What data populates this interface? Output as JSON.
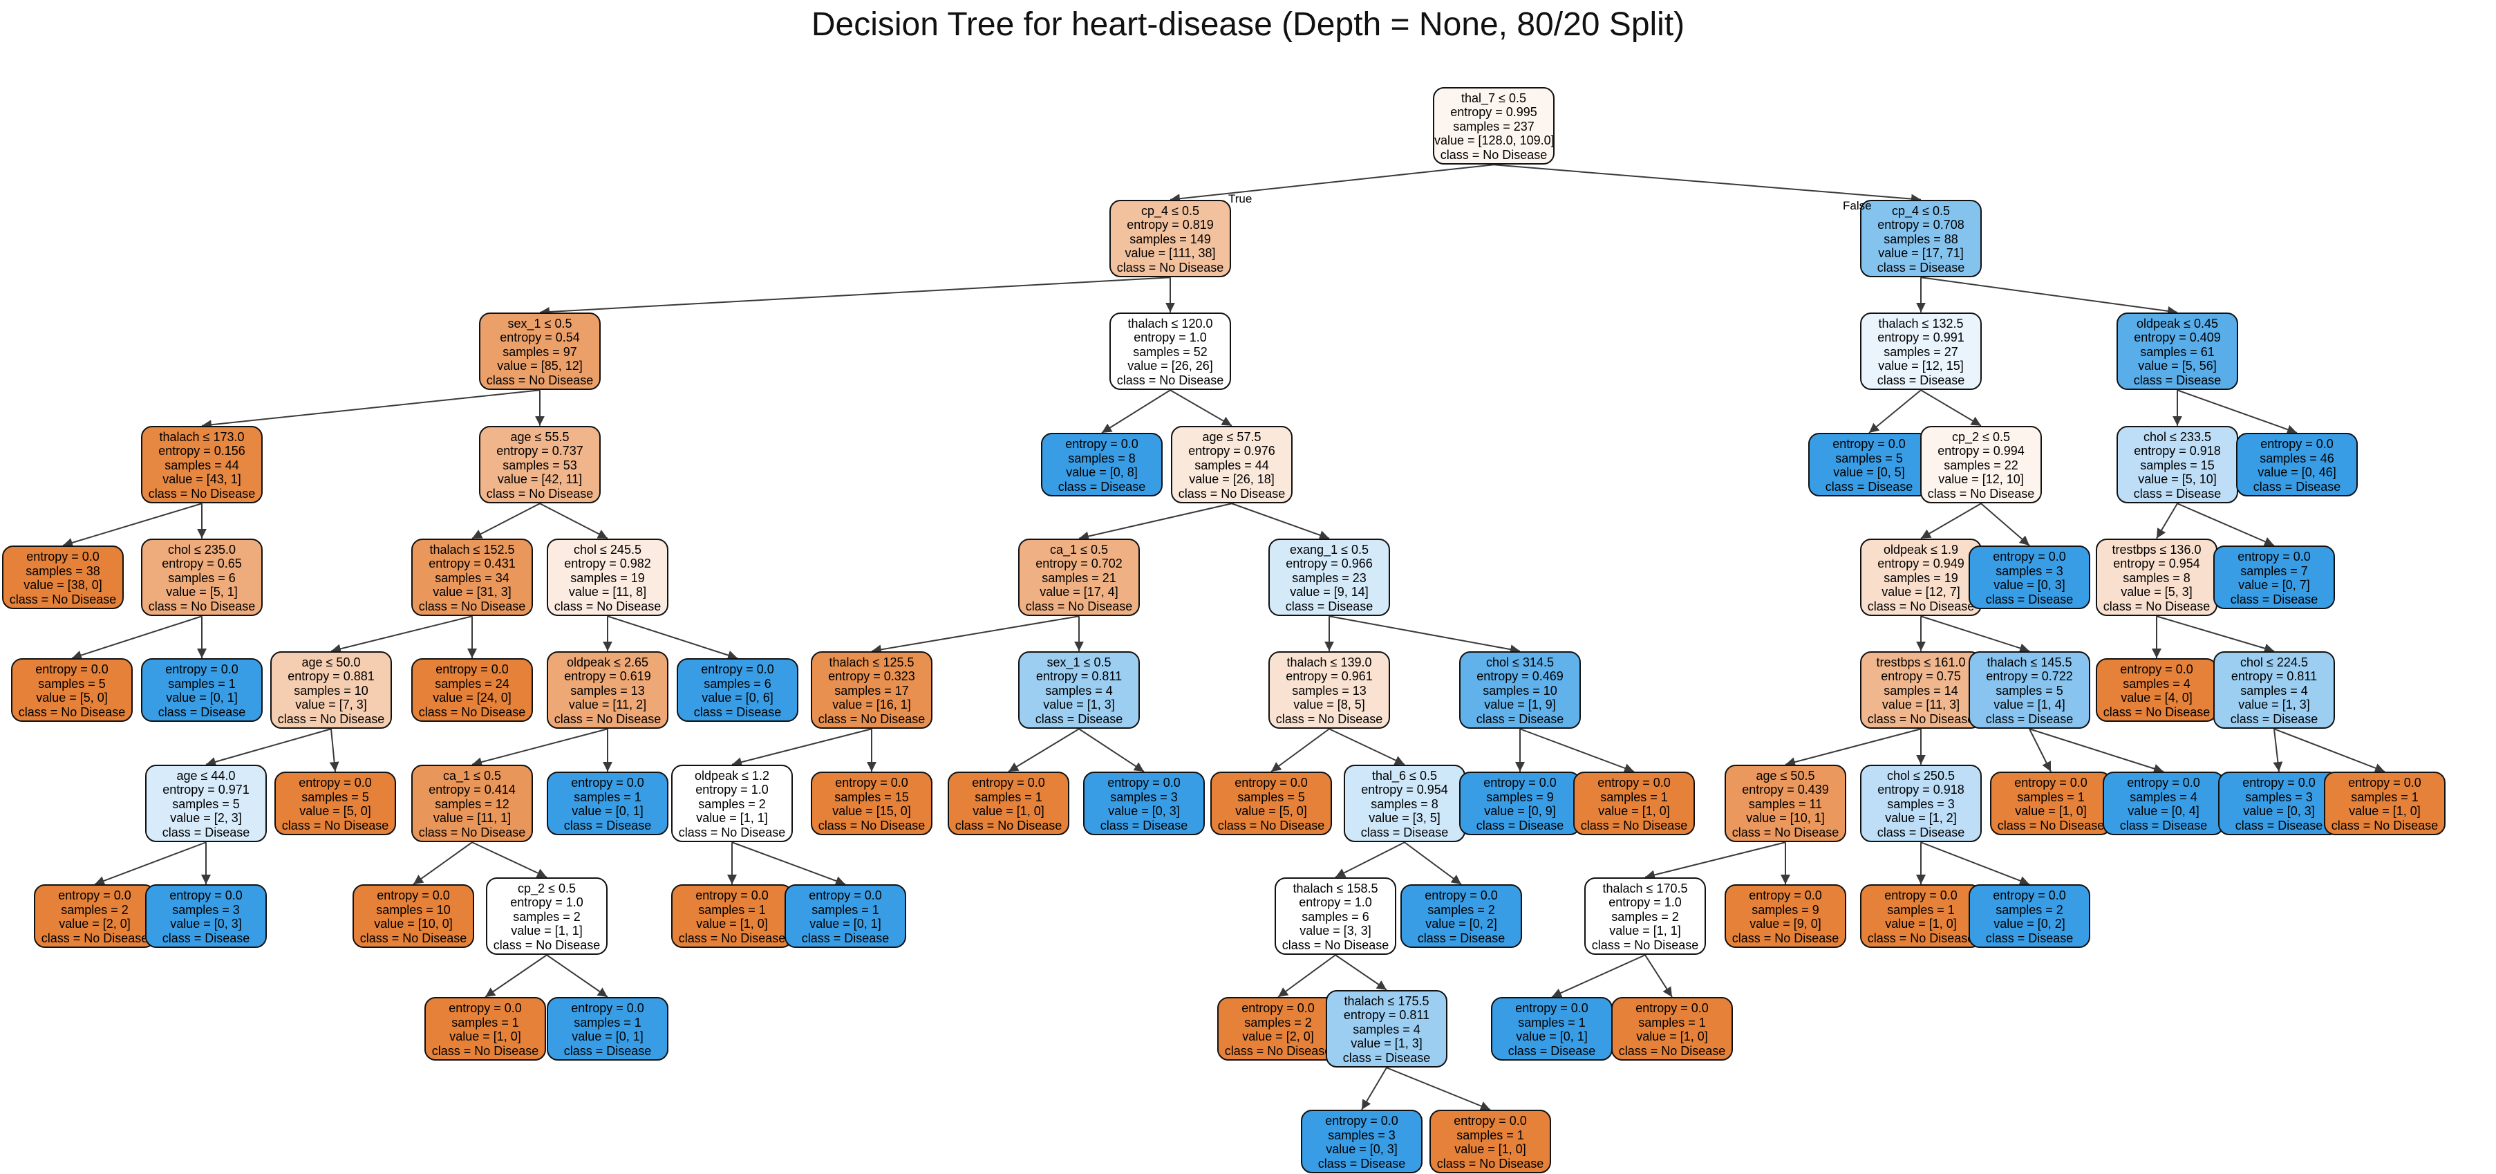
{
  "title": "Decision Tree for heart-disease (Depth = None, 80/20 Split)",
  "colors": {
    "no_disease": "#e58139",
    "disease": "#399de5",
    "edge": "#3a3a3a"
  },
  "edge_labels": {
    "true": "True",
    "false": "False"
  },
  "nodes": [
    {
      "id": "n0",
      "lines": [
        "thal_7 ≤ 0.5",
        "entropy = 0.995",
        "samples = 237",
        "value = [128.0, 109.0]",
        "class = No Disease"
      ],
      "cls": 0,
      "p": 0.54
    },
    {
      "id": "n1",
      "lines": [
        "cp_4 ≤ 0.5",
        "entropy = 0.819",
        "samples = 149",
        "value = [111, 38]",
        "class = No Disease"
      ],
      "cls": 0,
      "p": 0.745
    },
    {
      "id": "n2",
      "lines": [
        "cp_4 ≤ 0.5",
        "entropy = 0.708",
        "samples = 88",
        "value = [17, 71]",
        "class = Disease"
      ],
      "cls": 1,
      "p": 0.807
    },
    {
      "id": "n3",
      "lines": [
        "sex_1 ≤ 0.5",
        "entropy = 0.54",
        "samples = 97",
        "value = [85, 12]",
        "class = No Disease"
      ],
      "cls": 0,
      "p": 0.876
    },
    {
      "id": "n4",
      "lines": [
        "thalach ≤ 120.0",
        "entropy = 1.0",
        "samples = 52",
        "value = [26, 26]",
        "class = No Disease"
      ],
      "cls": 0,
      "p": 0.5
    },
    {
      "id": "n5",
      "lines": [
        "thalach ≤ 132.5",
        "entropy = 0.991",
        "samples = 27",
        "value = [12, 15]",
        "class = Disease"
      ],
      "cls": 1,
      "p": 0.556
    },
    {
      "id": "n6",
      "lines": [
        "oldpeak ≤ 0.45",
        "entropy = 0.409",
        "samples = 61",
        "value = [5, 56]",
        "class = Disease"
      ],
      "cls": 1,
      "p": 0.918
    },
    {
      "id": "n7",
      "lines": [
        "thalach ≤ 173.0",
        "entropy = 0.156",
        "samples = 44",
        "value = [43, 1]",
        "class = No Disease"
      ],
      "cls": 0,
      "p": 0.977
    },
    {
      "id": "n8",
      "lines": [
        "age ≤ 55.5",
        "entropy = 0.737",
        "samples = 53",
        "value = [42, 11]",
        "class = No Disease"
      ],
      "cls": 0,
      "p": 0.792
    },
    {
      "id": "n9",
      "lines": [
        "entropy = 0.0",
        "samples = 8",
        "value = [0, 8]",
        "class = Disease"
      ],
      "cls": 1,
      "p": 1
    },
    {
      "id": "n10",
      "lines": [
        "age ≤ 57.5",
        "entropy = 0.976",
        "samples = 44",
        "value = [26, 18]",
        "class = No Disease"
      ],
      "cls": 0,
      "p": 0.591
    },
    {
      "id": "n11",
      "lines": [
        "entropy = 0.0",
        "samples = 5",
        "value = [0, 5]",
        "class = Disease"
      ],
      "cls": 1,
      "p": 1
    },
    {
      "id": "n12",
      "lines": [
        "cp_2 ≤ 0.5",
        "entropy = 0.994",
        "samples = 22",
        "value = [12, 10]",
        "class = No Disease"
      ],
      "cls": 0,
      "p": 0.545
    },
    {
      "id": "n13",
      "lines": [
        "chol ≤ 233.5",
        "entropy = 0.918",
        "samples = 15",
        "value = [5, 10]",
        "class = Disease"
      ],
      "cls": 1,
      "p": 0.667
    },
    {
      "id": "n14",
      "lines": [
        "entropy = 0.0",
        "samples = 46",
        "value = [0, 46]",
        "class = Disease"
      ],
      "cls": 1,
      "p": 1
    },
    {
      "id": "n15",
      "lines": [
        "entropy = 0.0",
        "samples = 38",
        "value = [38, 0]",
        "class = No Disease"
      ],
      "cls": 0,
      "p": 1
    },
    {
      "id": "n16",
      "lines": [
        "chol ≤ 235.0",
        "entropy = 0.65",
        "samples = 6",
        "value = [5, 1]",
        "class = No Disease"
      ],
      "cls": 0,
      "p": 0.833
    },
    {
      "id": "n17",
      "lines": [
        "thalach ≤ 152.5",
        "entropy = 0.431",
        "samples = 34",
        "value = [31, 3]",
        "class = No Disease"
      ],
      "cls": 0,
      "p": 0.912
    },
    {
      "id": "n18",
      "lines": [
        "chol ≤ 245.5",
        "entropy = 0.982",
        "samples = 19",
        "value = [11, 8]",
        "class = No Disease"
      ],
      "cls": 0,
      "p": 0.579
    },
    {
      "id": "n19",
      "lines": [
        "ca_1 ≤ 0.5",
        "entropy = 0.702",
        "samples = 21",
        "value = [17, 4]",
        "class = No Disease"
      ],
      "cls": 0,
      "p": 0.81
    },
    {
      "id": "n20",
      "lines": [
        "exang_1 ≤ 0.5",
        "entropy = 0.966",
        "samples = 23",
        "value = [9, 14]",
        "class = Disease"
      ],
      "cls": 1,
      "p": 0.609
    },
    {
      "id": "n21",
      "lines": [
        "oldpeak ≤ 1.9",
        "entropy = 0.949",
        "samples = 19",
        "value = [12, 7]",
        "class = No Disease"
      ],
      "cls": 0,
      "p": 0.632
    },
    {
      "id": "n22",
      "lines": [
        "entropy = 0.0",
        "samples = 3",
        "value = [0, 3]",
        "class = Disease"
      ],
      "cls": 1,
      "p": 1
    },
    {
      "id": "n23",
      "lines": [
        "trestbps ≤ 136.0",
        "entropy = 0.954",
        "samples = 8",
        "value = [5, 3]",
        "class = No Disease"
      ],
      "cls": 0,
      "p": 0.625
    },
    {
      "id": "n24",
      "lines": [
        "entropy = 0.0",
        "samples = 7",
        "value = [0, 7]",
        "class = Disease"
      ],
      "cls": 1,
      "p": 1
    },
    {
      "id": "n25",
      "lines": [
        "entropy = 0.0",
        "samples = 5",
        "value = [5, 0]",
        "class = No Disease"
      ],
      "cls": 0,
      "p": 1
    },
    {
      "id": "n26",
      "lines": [
        "entropy = 0.0",
        "samples = 1",
        "value = [0, 1]",
        "class = Disease"
      ],
      "cls": 1,
      "p": 1
    },
    {
      "id": "n27",
      "lines": [
        "age ≤ 50.0",
        "entropy = 0.881",
        "samples = 10",
        "value = [7, 3]",
        "class = No Disease"
      ],
      "cls": 0,
      "p": 0.7
    },
    {
      "id": "n28",
      "lines": [
        "entropy = 0.0",
        "samples = 24",
        "value = [24, 0]",
        "class = No Disease"
      ],
      "cls": 0,
      "p": 1
    },
    {
      "id": "n29",
      "lines": [
        "oldpeak ≤ 2.65",
        "entropy = 0.619",
        "samples = 13",
        "value = [11, 2]",
        "class = No Disease"
      ],
      "cls": 0,
      "p": 0.846
    },
    {
      "id": "n30",
      "lines": [
        "entropy = 0.0",
        "samples = 6",
        "value = [0, 6]",
        "class = Disease"
      ],
      "cls": 1,
      "p": 1
    },
    {
      "id": "n31",
      "lines": [
        "thalach ≤ 125.5",
        "entropy = 0.323",
        "samples = 17",
        "value = [16, 1]",
        "class = No Disease"
      ],
      "cls": 0,
      "p": 0.941
    },
    {
      "id": "n32",
      "lines": [
        "sex_1 ≤ 0.5",
        "entropy = 0.811",
        "samples = 4",
        "value = [1, 3]",
        "class = Disease"
      ],
      "cls": 1,
      "p": 0.75
    },
    {
      "id": "n33",
      "lines": [
        "thalach ≤ 139.0",
        "entropy = 0.961",
        "samples = 13",
        "value = [8, 5]",
        "class = No Disease"
      ],
      "cls": 0,
      "p": 0.615
    },
    {
      "id": "n34",
      "lines": [
        "chol ≤ 314.5",
        "entropy = 0.469",
        "samples = 10",
        "value = [1, 9]",
        "class = Disease"
      ],
      "cls": 1,
      "p": 0.9
    },
    {
      "id": "n35",
      "lines": [
        "trestbps ≤ 161.0",
        "entropy = 0.75",
        "samples = 14",
        "value = [11, 3]",
        "class = No Disease"
      ],
      "cls": 0,
      "p": 0.786
    },
    {
      "id": "n36",
      "lines": [
        "thalach ≤ 145.5",
        "entropy = 0.722",
        "samples = 5",
        "value = [1, 4]",
        "class = Disease"
      ],
      "cls": 1,
      "p": 0.8
    },
    {
      "id": "n37",
      "lines": [
        "entropy = 0.0",
        "samples = 4",
        "value = [4, 0]",
        "class = No Disease"
      ],
      "cls": 0,
      "p": 1
    },
    {
      "id": "n38",
      "lines": [
        "chol ≤ 224.5",
        "entropy = 0.811",
        "samples = 4",
        "value = [1, 3]",
        "class = Disease"
      ],
      "cls": 1,
      "p": 0.75
    },
    {
      "id": "n39",
      "lines": [
        "age ≤ 44.0",
        "entropy = 0.971",
        "samples = 5",
        "value = [2, 3]",
        "class = Disease"
      ],
      "cls": 1,
      "p": 0.6
    },
    {
      "id": "n40",
      "lines": [
        "entropy = 0.0",
        "samples = 5",
        "value = [5, 0]",
        "class = No Disease"
      ],
      "cls": 0,
      "p": 1
    },
    {
      "id": "n41",
      "lines": [
        "ca_1 ≤ 0.5",
        "entropy = 0.414",
        "samples = 12",
        "value = [11, 1]",
        "class = No Disease"
      ],
      "cls": 0,
      "p": 0.917
    },
    {
      "id": "n42",
      "lines": [
        "entropy = 0.0",
        "samples = 1",
        "value = [0, 1]",
        "class = Disease"
      ],
      "cls": 1,
      "p": 1
    },
    {
      "id": "n43",
      "lines": [
        "oldpeak ≤ 1.2",
        "entropy = 1.0",
        "samples = 2",
        "value = [1, 1]",
        "class = No Disease"
      ],
      "cls": 0,
      "p": 0.5
    },
    {
      "id": "n44",
      "lines": [
        "entropy = 0.0",
        "samples = 15",
        "value = [15, 0]",
        "class = No Disease"
      ],
      "cls": 0,
      "p": 1
    },
    {
      "id": "n45",
      "lines": [
        "entropy = 0.0",
        "samples = 1",
        "value = [1, 0]",
        "class = No Disease"
      ],
      "cls": 0,
      "p": 1
    },
    {
      "id": "n46",
      "lines": [
        "entropy = 0.0",
        "samples = 3",
        "value = [0, 3]",
        "class = Disease"
      ],
      "cls": 1,
      "p": 1
    },
    {
      "id": "n47",
      "lines": [
        "entropy = 0.0",
        "samples = 5",
        "value = [5, 0]",
        "class = No Disease"
      ],
      "cls": 0,
      "p": 1
    },
    {
      "id": "n48",
      "lines": [
        "thal_6 ≤ 0.5",
        "entropy = 0.954",
        "samples = 8",
        "value = [3, 5]",
        "class = Disease"
      ],
      "cls": 1,
      "p": 0.625
    },
    {
      "id": "n49",
      "lines": [
        "entropy = 0.0",
        "samples = 9",
        "value = [0, 9]",
        "class = Disease"
      ],
      "cls": 1,
      "p": 1
    },
    {
      "id": "n50",
      "lines": [
        "entropy = 0.0",
        "samples = 1",
        "value = [1, 0]",
        "class = No Disease"
      ],
      "cls": 0,
      "p": 1
    },
    {
      "id": "n51",
      "lines": [
        "age ≤ 50.5",
        "entropy = 0.439",
        "samples = 11",
        "value = [10, 1]",
        "class = No Disease"
      ],
      "cls": 0,
      "p": 0.909
    },
    {
      "id": "n52",
      "lines": [
        "chol ≤ 250.5",
        "entropy = 0.918",
        "samples = 3",
        "value = [1, 2]",
        "class = Disease"
      ],
      "cls": 1,
      "p": 0.667
    },
    {
      "id": "n53",
      "lines": [
        "entropy = 0.0",
        "samples = 1",
        "value = [1, 0]",
        "class = No Disease"
      ],
      "cls": 0,
      "p": 1
    },
    {
      "id": "n54",
      "lines": [
        "entropy = 0.0",
        "samples = 4",
        "value = [0, 4]",
        "class = Disease"
      ],
      "cls": 1,
      "p": 1
    },
    {
      "id": "n55",
      "lines": [
        "entropy = 0.0",
        "samples = 3",
        "value = [0, 3]",
        "class = Disease"
      ],
      "cls": 1,
      "p": 1
    },
    {
      "id": "n56",
      "lines": [
        "entropy = 0.0",
        "samples = 1",
        "value = [1, 0]",
        "class = No Disease"
      ],
      "cls": 0,
      "p": 1
    },
    {
      "id": "n57",
      "lines": [
        "entropy = 0.0",
        "samples = 2",
        "value = [2, 0]",
        "class = No Disease"
      ],
      "cls": 0,
      "p": 1
    },
    {
      "id": "n58",
      "lines": [
        "entropy = 0.0",
        "samples = 3",
        "value = [0, 3]",
        "class = Disease"
      ],
      "cls": 1,
      "p": 1
    },
    {
      "id": "n59",
      "lines": [
        "entropy = 0.0",
        "samples = 10",
        "value = [10, 0]",
        "class = No Disease"
      ],
      "cls": 0,
      "p": 1
    },
    {
      "id": "n60",
      "lines": [
        "cp_2 ≤ 0.5",
        "entropy = 1.0",
        "samples = 2",
        "value = [1, 1]",
        "class = No Disease"
      ],
      "cls": 0,
      "p": 0.5
    },
    {
      "id": "n61",
      "lines": [
        "entropy = 0.0",
        "samples = 1",
        "value = [1, 0]",
        "class = No Disease"
      ],
      "cls": 0,
      "p": 1
    },
    {
      "id": "n62",
      "lines": [
        "entropy = 0.0",
        "samples = 1",
        "value = [0, 1]",
        "class = Disease"
      ],
      "cls": 1,
      "p": 1
    },
    {
      "id": "n63",
      "lines": [
        "thalach ≤ 158.5",
        "entropy = 1.0",
        "samples = 6",
        "value = [3, 3]",
        "class = No Disease"
      ],
      "cls": 0,
      "p": 0.5
    },
    {
      "id": "n64",
      "lines": [
        "entropy = 0.0",
        "samples = 2",
        "value = [0, 2]",
        "class = Disease"
      ],
      "cls": 1,
      "p": 1
    },
    {
      "id": "n65",
      "lines": [
        "thalach ≤ 170.5",
        "entropy = 1.0",
        "samples = 2",
        "value = [1, 1]",
        "class = No Disease"
      ],
      "cls": 0,
      "p": 0.5
    },
    {
      "id": "n66",
      "lines": [
        "entropy = 0.0",
        "samples = 9",
        "value = [9, 0]",
        "class = No Disease"
      ],
      "cls": 0,
      "p": 1
    },
    {
      "id": "n67",
      "lines": [
        "entropy = 0.0",
        "samples = 1",
        "value = [1, 0]",
        "class = No Disease"
      ],
      "cls": 0,
      "p": 1
    },
    {
      "id": "n68",
      "lines": [
        "entropy = 0.0",
        "samples = 2",
        "value = [0, 2]",
        "class = Disease"
      ],
      "cls": 1,
      "p": 1
    },
    {
      "id": "n69",
      "lines": [
        "entropy = 0.0",
        "samples = 1",
        "value = [1, 0]",
        "class = No Disease"
      ],
      "cls": 0,
      "p": 1
    },
    {
      "id": "n70",
      "lines": [
        "entropy = 0.0",
        "samples = 1",
        "value = [0, 1]",
        "class = Disease"
      ],
      "cls": 1,
      "p": 1
    },
    {
      "id": "n71",
      "lines": [
        "entropy = 0.0",
        "samples = 2",
        "value = [2, 0]",
        "class = No Disease"
      ],
      "cls": 0,
      "p": 1
    },
    {
      "id": "n72",
      "lines": [
        "thalach ≤ 175.5",
        "entropy = 0.811",
        "samples = 4",
        "value = [1, 3]",
        "class = Disease"
      ],
      "cls": 1,
      "p": 0.75
    },
    {
      "id": "n73",
      "lines": [
        "entropy = 0.0",
        "samples = 1",
        "value = [0, 1]",
        "class = Disease"
      ],
      "cls": 1,
      "p": 1
    },
    {
      "id": "n74",
      "lines": [
        "entropy = 0.0",
        "samples = 1",
        "value = [1, 0]",
        "class = No Disease"
      ],
      "cls": 0,
      "p": 1
    },
    {
      "id": "n75",
      "lines": [
        "entropy = 0.0",
        "samples = 3",
        "value = [0, 3]",
        "class = Disease"
      ],
      "cls": 1,
      "p": 1
    },
    {
      "id": "n76",
      "lines": [
        "entropy = 0.0",
        "samples = 1",
        "value = [1, 0]",
        "class = No Disease"
      ],
      "cls": 0,
      "p": 1
    }
  ],
  "edges": [
    [
      "n0",
      "n1"
    ],
    [
      "n0",
      "n2"
    ],
    [
      "n1",
      "n3"
    ],
    [
      "n1",
      "n4"
    ],
    [
      "n2",
      "n5"
    ],
    [
      "n2",
      "n6"
    ],
    [
      "n3",
      "n7"
    ],
    [
      "n3",
      "n8"
    ],
    [
      "n4",
      "n9"
    ],
    [
      "n4",
      "n10"
    ],
    [
      "n5",
      "n11"
    ],
    [
      "n5",
      "n12"
    ],
    [
      "n6",
      "n13"
    ],
    [
      "n6",
      "n14"
    ],
    [
      "n7",
      "n15"
    ],
    [
      "n7",
      "n16"
    ],
    [
      "n8",
      "n17"
    ],
    [
      "n8",
      "n18"
    ],
    [
      "n10",
      "n19"
    ],
    [
      "n10",
      "n20"
    ],
    [
      "n12",
      "n21"
    ],
    [
      "n12",
      "n22"
    ],
    [
      "n13",
      "n23"
    ],
    [
      "n13",
      "n24"
    ],
    [
      "n16",
      "n25"
    ],
    [
      "n16",
      "n26"
    ],
    [
      "n17",
      "n27"
    ],
    [
      "n17",
      "n28"
    ],
    [
      "n18",
      "n29"
    ],
    [
      "n18",
      "n30"
    ],
    [
      "n19",
      "n31"
    ],
    [
      "n19",
      "n32"
    ],
    [
      "n20",
      "n33"
    ],
    [
      "n20",
      "n34"
    ],
    [
      "n21",
      "n35"
    ],
    [
      "n21",
      "n36"
    ],
    [
      "n23",
      "n37"
    ],
    [
      "n23",
      "n38"
    ],
    [
      "n27",
      "n39"
    ],
    [
      "n27",
      "n40"
    ],
    [
      "n29",
      "n41"
    ],
    [
      "n29",
      "n42"
    ],
    [
      "n31",
      "n43"
    ],
    [
      "n31",
      "n44"
    ],
    [
      "n32",
      "n45"
    ],
    [
      "n32",
      "n46"
    ],
    [
      "n33",
      "n47"
    ],
    [
      "n33",
      "n48"
    ],
    [
      "n34",
      "n49"
    ],
    [
      "n34",
      "n50"
    ],
    [
      "n35",
      "n51"
    ],
    [
      "n35",
      "n52"
    ],
    [
      "n36",
      "n53"
    ],
    [
      "n36",
      "n54"
    ],
    [
      "n38",
      "n55"
    ],
    [
      "n38",
      "n56"
    ],
    [
      "n39",
      "n57"
    ],
    [
      "n39",
      "n58"
    ],
    [
      "n41",
      "n59"
    ],
    [
      "n41",
      "n60"
    ],
    [
      "n43",
      "n61"
    ],
    [
      "n43",
      "n62"
    ],
    [
      "n48",
      "n63"
    ],
    [
      "n48",
      "n64"
    ],
    [
      "n51",
      "n65"
    ],
    [
      "n51",
      "n66"
    ],
    [
      "n52",
      "n67"
    ],
    [
      "n52",
      "n68"
    ],
    [
      "n60",
      "n69"
    ],
    [
      "n60",
      "n70"
    ],
    [
      "n63",
      "n71"
    ],
    [
      "n63",
      "n72"
    ],
    [
      "n65",
      "n73"
    ],
    [
      "n65",
      "n74"
    ],
    [
      "n72",
      "n75"
    ],
    [
      "n72",
      "n76"
    ]
  ]
}
